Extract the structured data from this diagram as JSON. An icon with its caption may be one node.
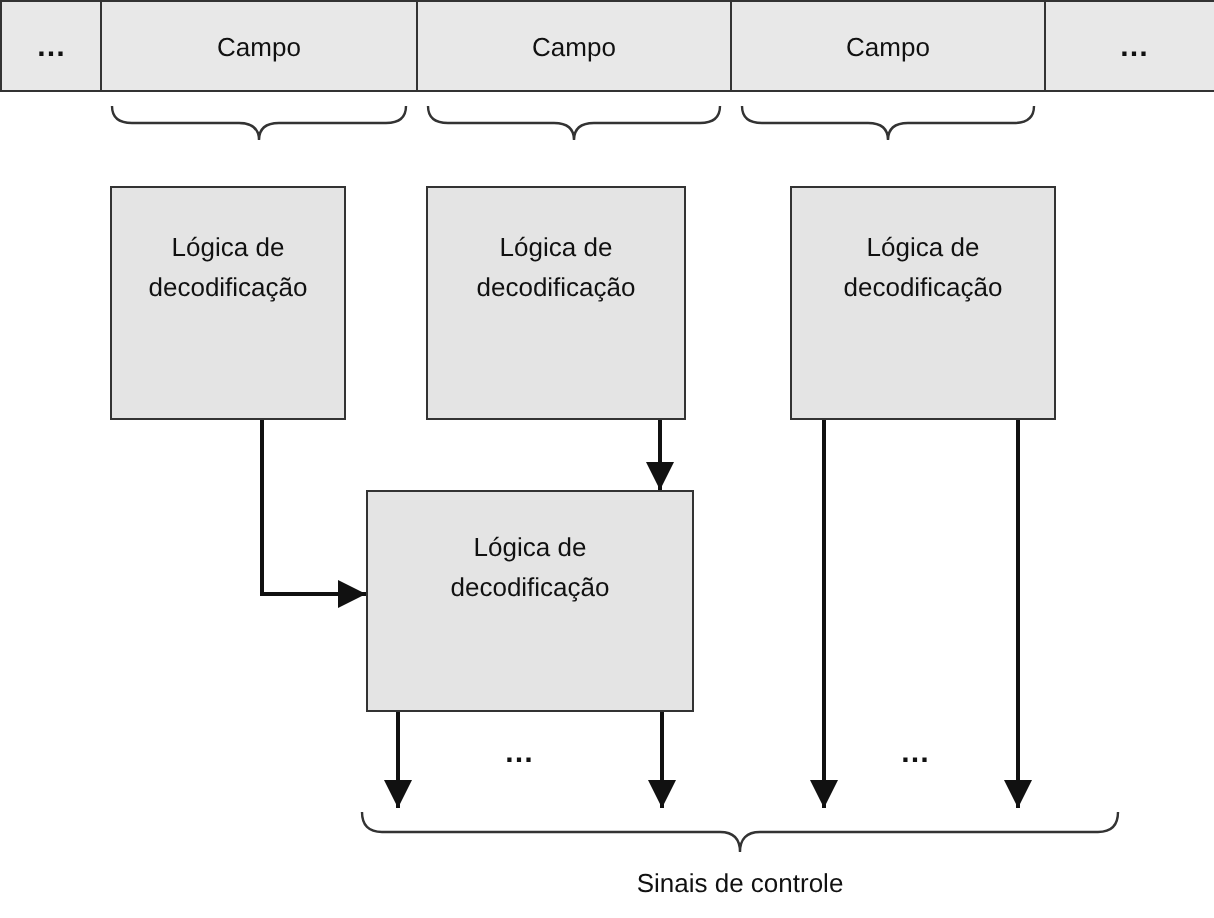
{
  "diagram": {
    "nodes": [
      {
        "text": [
          "…"
        ]
      },
      {
        "text": [
          "Campo"
        ]
      },
      {
        "text": [
          "Campo"
        ]
      },
      {
        "text": [
          "Campo"
        ]
      },
      {
        "text": [
          "…"
        ]
      },
      {
        "text": [
          "Lógica de decodificação"
        ]
      },
      {
        "text": [
          "Lógica de decodificação"
        ]
      },
      {
        "text": [
          "Lógica de decodificação"
        ]
      },
      {
        "text": [
          "Lógica de decodificação"
        ]
      },
      {
        "text": [
          "Sinais de controle"
        ]
      }
    ],
    "edges": [
      {
        "from": 5,
        "to": 8,
        "arrow": "to"
      },
      {
        "from": 6,
        "to": 8,
        "arrow": "to"
      },
      {
        "from": 8,
        "to": 9,
        "arrow": "to"
      },
      {
        "from": 8,
        "to": 9,
        "arrow": "to"
      },
      {
        "from": 7,
        "to": 9,
        "arrow": "to"
      },
      {
        "from": 7,
        "to": 9,
        "arrow": "to"
      }
    ],
    "labels": [
      "…",
      "…"
    ]
  }
}
